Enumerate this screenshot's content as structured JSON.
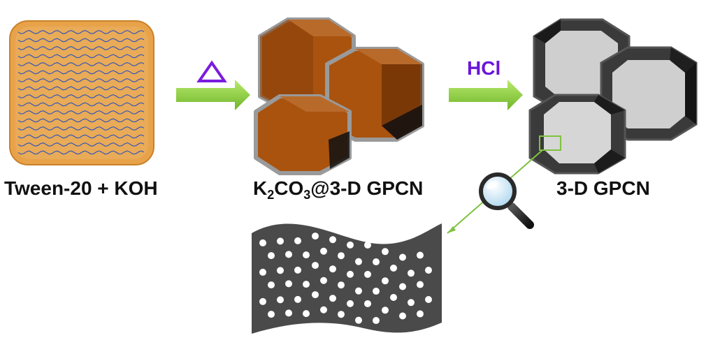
{
  "stage1": {
    "label": "Tween-20 + KOH"
  },
  "step1": {
    "symbol": "triangle-icon"
  },
  "stage2": {
    "label_parts": [
      "K",
      "2",
      "CO",
      "3",
      "@3-D GPCN"
    ]
  },
  "step2": {
    "label": "HCl"
  },
  "stage3": {
    "label": "3-D GPCN"
  },
  "colors": {
    "precursor_fill": "#e8a24a",
    "precursor_line": "#3a57b5",
    "composite": "#a9530f",
    "composite_border": "#8f8f8f",
    "product": "#3a3a3a",
    "pore": "#cfcfcf",
    "arrow": "#8cd13c",
    "step_text": "#6a16d8",
    "sheet": "#4a4a4a"
  },
  "icons": [
    "triangle-icon",
    "arrow-right-icon",
    "magnifier-icon",
    "zoom-box-icon"
  ]
}
